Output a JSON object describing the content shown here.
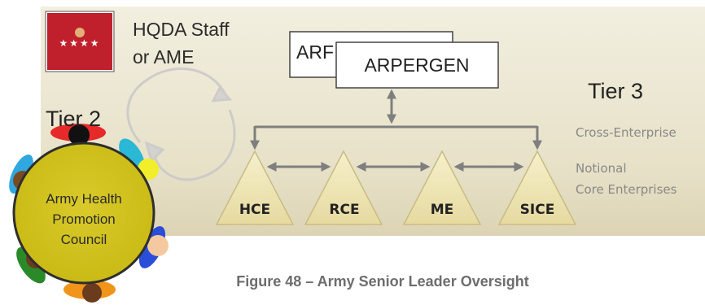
{
  "hqda": {
    "line1": "HQDA Staff",
    "line2": "or AME"
  },
  "arpergen_back": "ARF",
  "arpergen_front": "ARPERGEN",
  "tier3": "Tier 3",
  "tier2": "Tier 2",
  "cross_enterprise": "Cross-Enterprise",
  "notional": {
    "line1": "Notional",
    "line2": "Core Enterprises"
  },
  "enterprises": [
    "HCE",
    "RCE",
    "ME",
    "SICE"
  ],
  "council": {
    "line1": "Army Health",
    "line2": "Promotion",
    "line3": "Council"
  },
  "caption": "Figure 48 – Army Senior Leader Oversight",
  "flag": {
    "field": "#c0202c",
    "stars": "★★★★"
  },
  "colors": {
    "panel": "#e9e4cf",
    "triangle": "#f1e9b6",
    "connector": "#7f7f7f",
    "council_fill": "#d4c41a"
  }
}
